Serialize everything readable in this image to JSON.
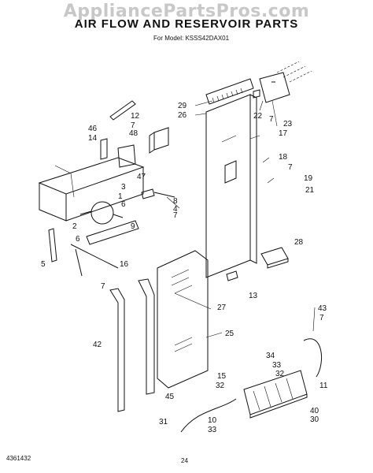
{
  "watermark": "AppliancePartsPros.com",
  "title": "AIR FLOW AND RESERVOIR PARTS",
  "model_line": "For Model: KSSS42DAX01",
  "footer_code": "4361432",
  "page_number": "24",
  "callouts": {
    "c29": "29",
    "c26": "26",
    "c22": "22",
    "c7a": "7",
    "c23": "23",
    "c12": "12",
    "c7b": "7",
    "c46": "46",
    "c14": "14",
    "c48": "48",
    "c17": "17",
    "c18": "18",
    "c7c": "7",
    "c19": "19",
    "c21": "21",
    "c47": "47",
    "c3": "3",
    "c1": "1",
    "c6": "6",
    "c8": "8",
    "c4": "4",
    "c7d": "7",
    "c2": "2",
    "c9": "9",
    "c6b": "6",
    "c28": "28",
    "c5": "5",
    "c16": "16",
    "c13": "13",
    "c7e": "7",
    "c27": "27",
    "c43": "43",
    "c7f": "7",
    "c42": "42",
    "c25": "25",
    "c34": "34",
    "c33a": "33",
    "c32a": "32",
    "c11": "11",
    "c15": "15",
    "c32b": "32",
    "c45": "45",
    "c31": "31",
    "c10": "10",
    "c33b": "33",
    "c40": "40",
    "c30": "30"
  }
}
